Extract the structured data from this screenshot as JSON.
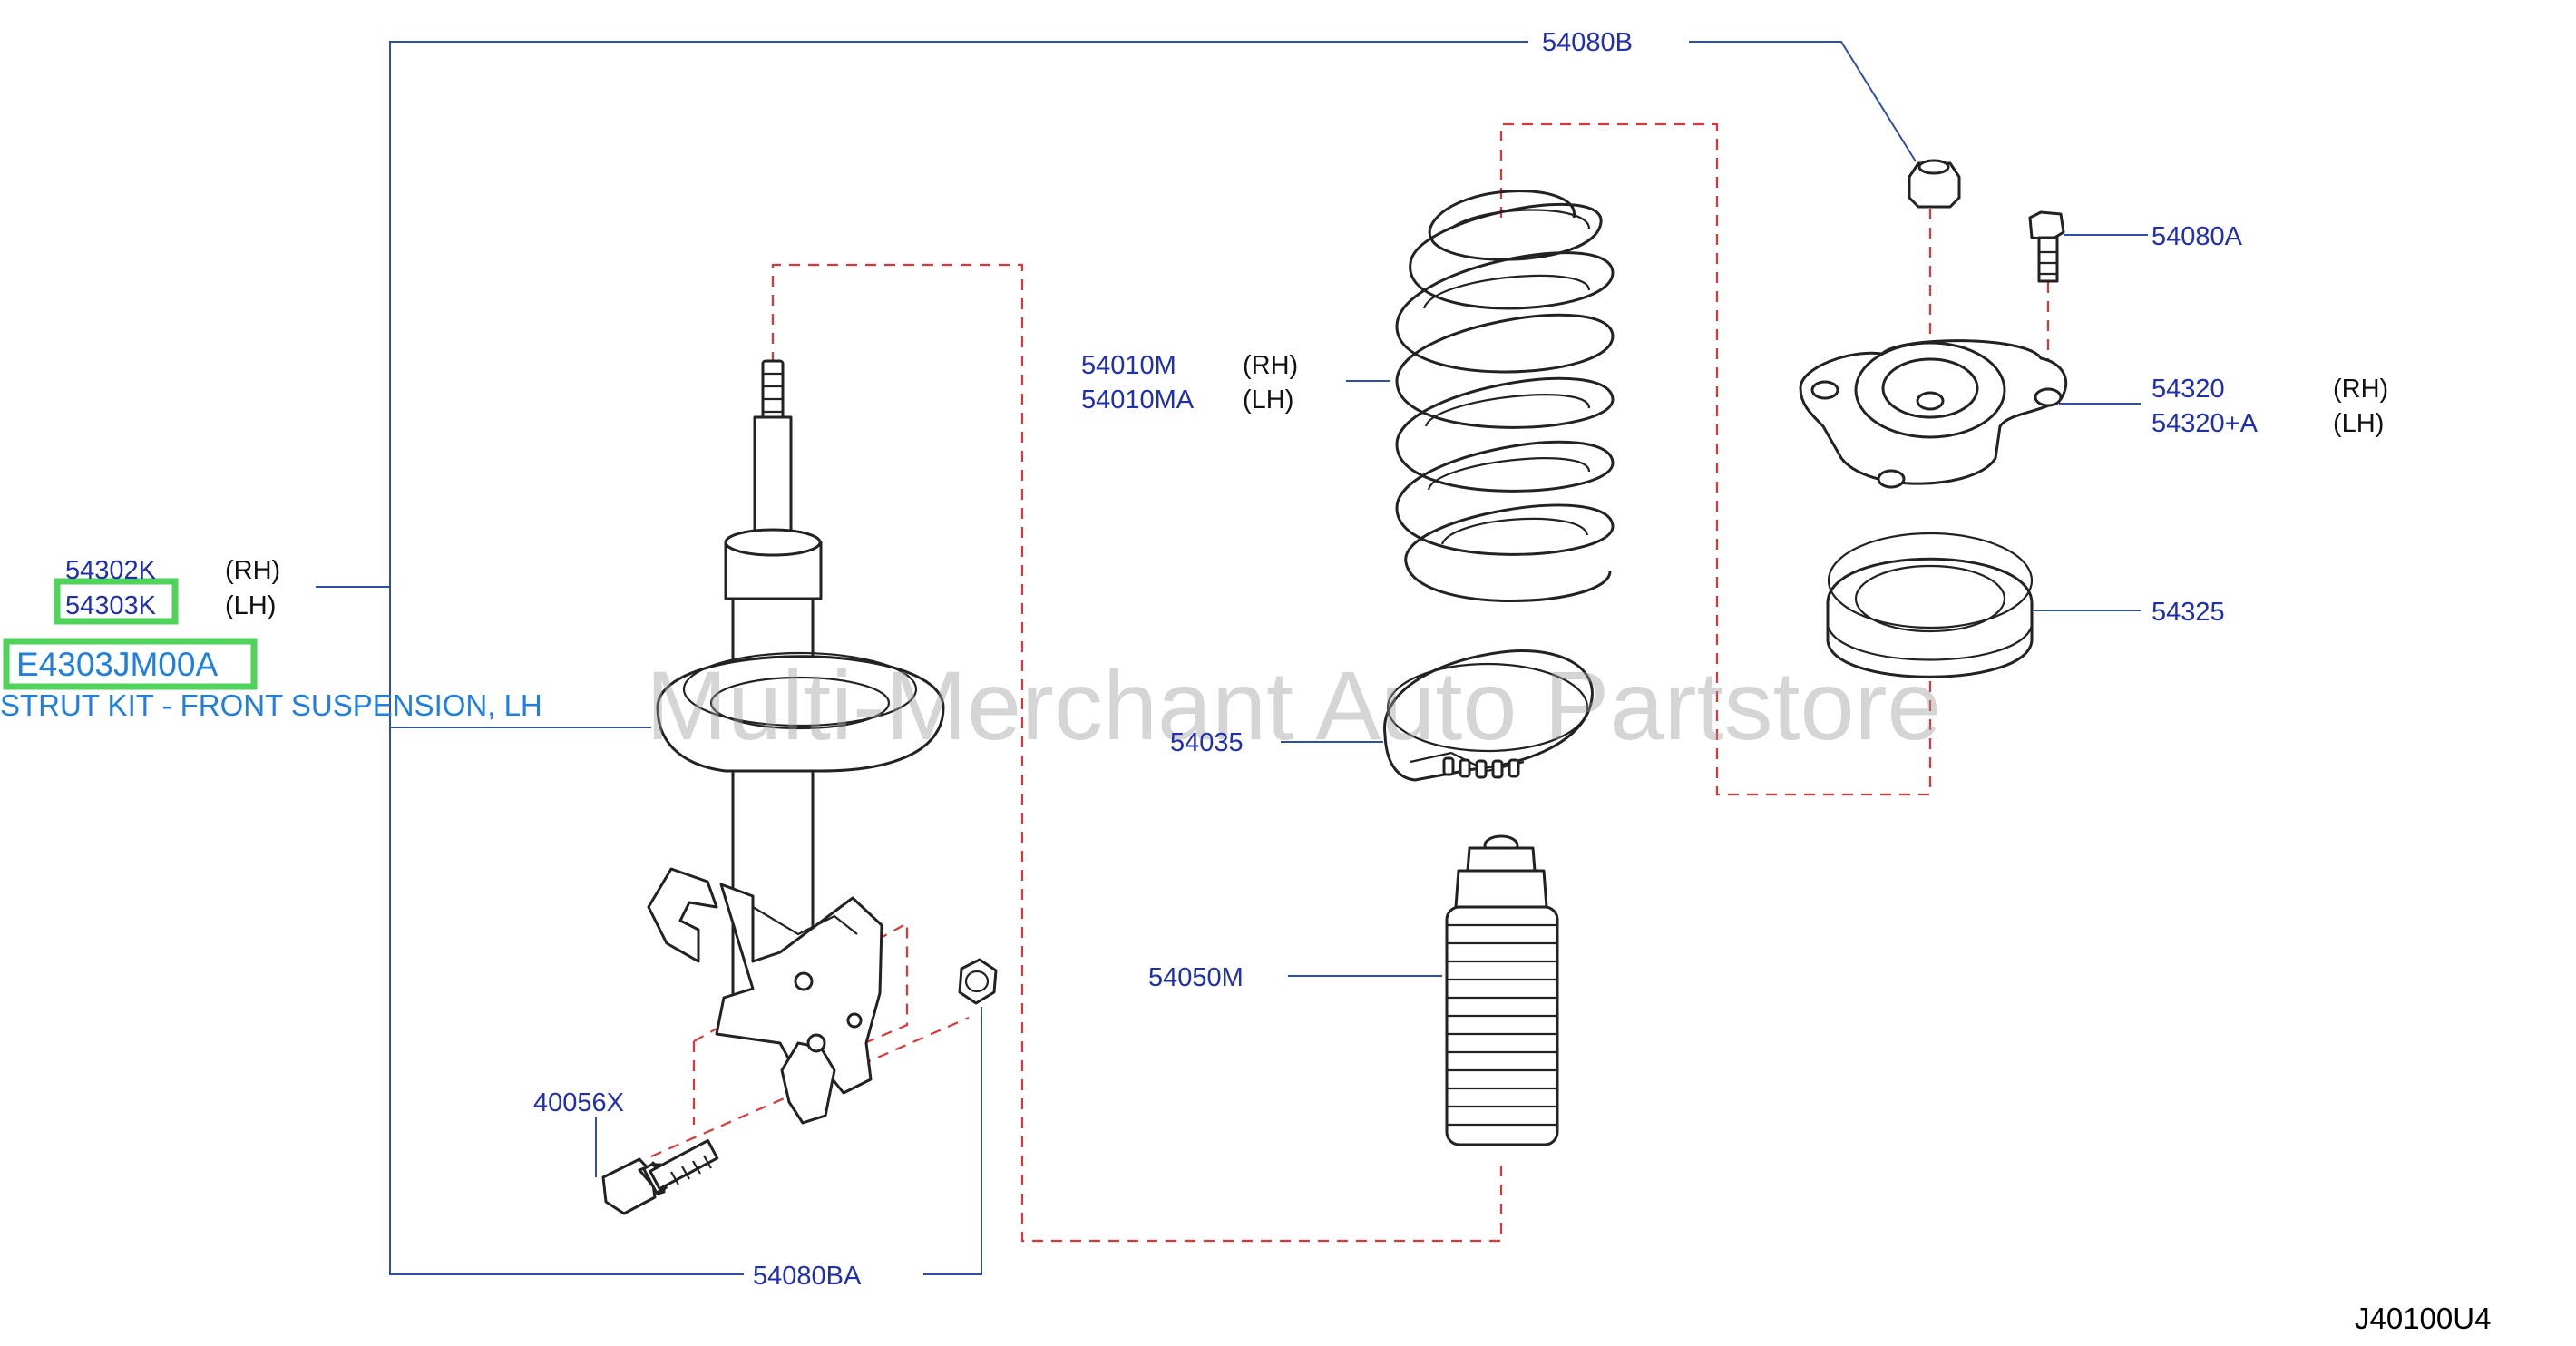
{
  "colors": {
    "callout_text": "#1f2fb0",
    "leader_line": "#2d4fa8",
    "assembly_dash": "#e03535",
    "highlight_box": "#4fd35a",
    "kit_text": "#1f7fe0",
    "watermark": "#9a9a9a"
  },
  "watermark": "Multi-Merchant Auto Partstore",
  "diagram_code": "J40100U4",
  "kit": {
    "part_number": "E4303JM00A",
    "description": "STRUT KIT - FRONT SUSPENSION, LH"
  },
  "callouts": {
    "p54080B": "54080B",
    "p54080A": "54080A",
    "p54010M": "54010M",
    "p54010M_side": "(RH)",
    "p54010MA": "54010MA",
    "p54010MA_side": "(LH)",
    "p54320": "54320",
    "p54320_side": "(RH)",
    "p54320A": "54320+A",
    "p54320A_side": "(LH)",
    "p54325": "54325",
    "p54035": "54035",
    "p54050M": "54050M",
    "p54302K": "54302K",
    "p54302K_side": "(RH)",
    "p54303K": "54303K",
    "p54303K_side": "(LH)",
    "p40056X": "40056X",
    "p54080BA": "54080BA"
  },
  "highlighted_parts": [
    "54303K",
    "E4303JM00A"
  ]
}
